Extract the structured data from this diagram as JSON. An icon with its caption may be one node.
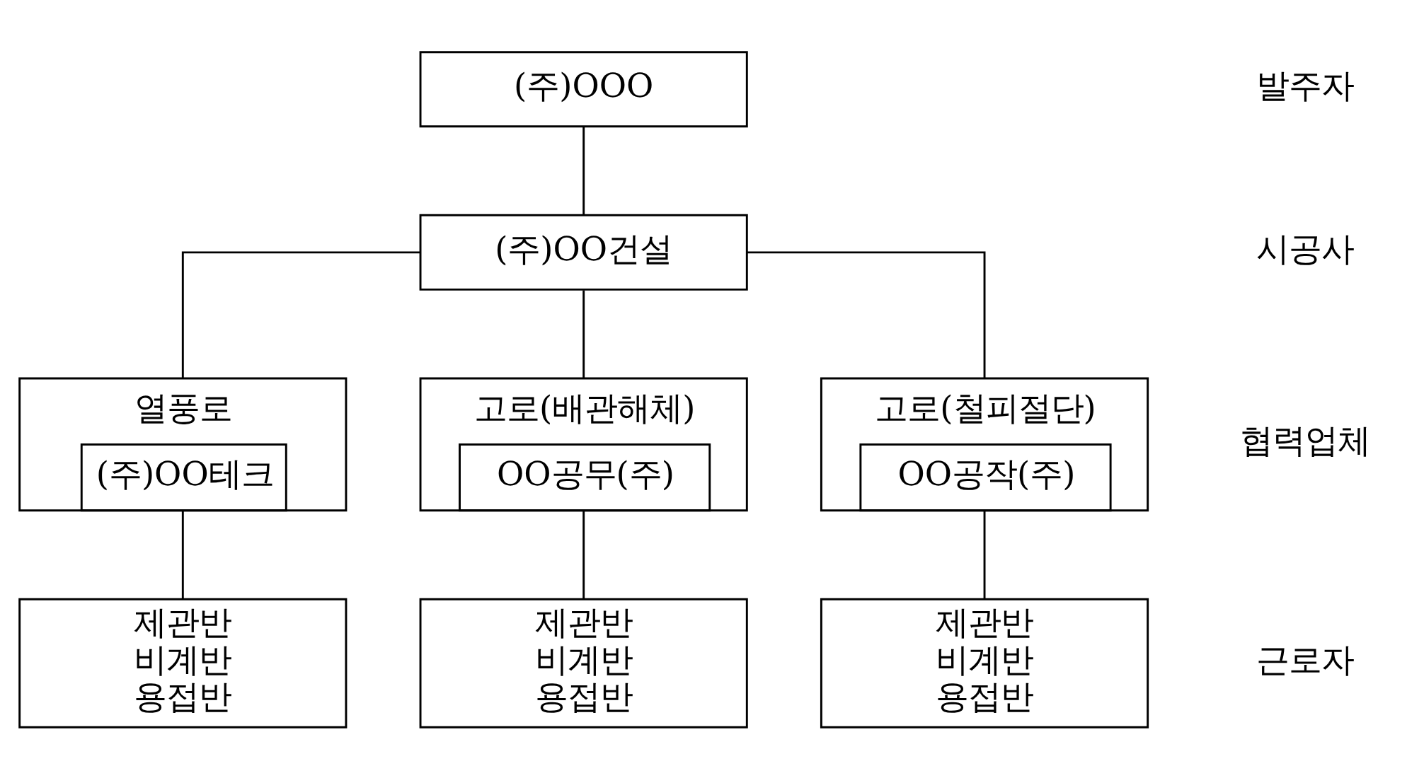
{
  "diagram": {
    "nodes": [
      {
        "text": [
          "(주)OOO"
        ]
      },
      {
        "text": [
          "(주)OO건설"
        ]
      },
      {
        "text": [
          "열풍로",
          "(주)OO테크"
        ]
      },
      {
        "text": [
          "고로(배관해체)",
          "OO공무(주)"
        ]
      },
      {
        "text": [
          "고로(철피절단)",
          "OO공작(주)"
        ]
      },
      {
        "text": [
          "제관반",
          "비계반",
          "용접반"
        ]
      },
      {
        "text": [
          "제관반",
          "비계반",
          "용접반"
        ]
      },
      {
        "text": [
          "제관반",
          "비계반",
          "용접반"
        ]
      }
    ],
    "edges": [
      {
        "from": 0,
        "to": 1,
        "arrow": "none"
      },
      {
        "from": 1,
        "to": 2,
        "arrow": "none"
      },
      {
        "from": 1,
        "to": 3,
        "arrow": "none"
      },
      {
        "from": 1,
        "to": 4,
        "arrow": "none"
      },
      {
        "from": 2,
        "to": 5,
        "arrow": "none"
      },
      {
        "from": 3,
        "to": 6,
        "arrow": "none"
      },
      {
        "from": 4,
        "to": 7,
        "arrow": "none"
      }
    ],
    "labels": [
      "발주자",
      "시공사",
      "협력업체",
      "근로자"
    ]
  }
}
